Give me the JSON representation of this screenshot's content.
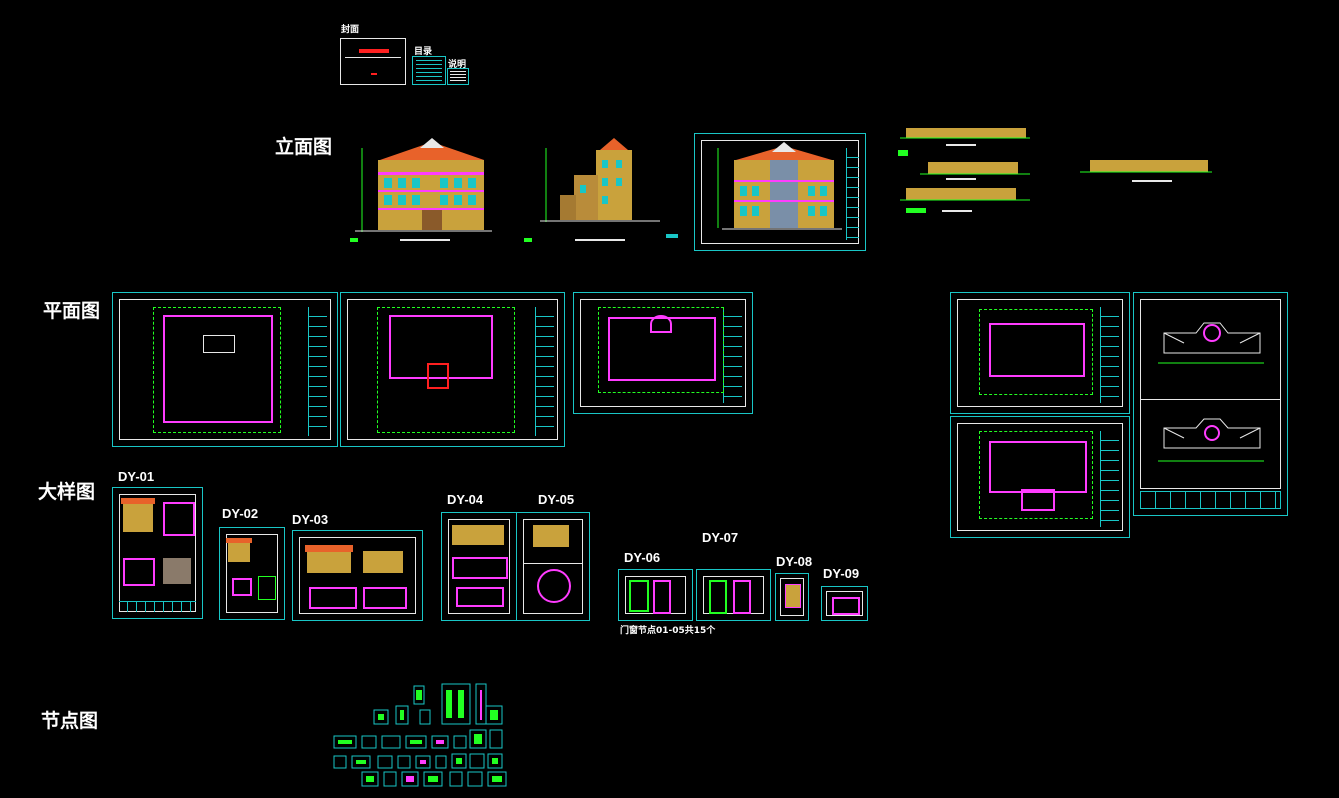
{
  "labels": {
    "cover": "封面",
    "contents": "目录",
    "notes": "说明",
    "elevations": "立面图",
    "plans": "平面图",
    "details": "大样图",
    "nodes": "节点图"
  },
  "detail_sheets": [
    "DY-01",
    "DY-02",
    "DY-03",
    "DY-04",
    "DY-05",
    "DY-06",
    "DY-07",
    "DY-08",
    "DY-09"
  ],
  "door_window_note": "门窗节点01-05共15个",
  "colors": {
    "background": "#000000",
    "frame": "#19c6c6",
    "wall": "#ff3cff",
    "dim": "#22ff22",
    "red": "#ff2020",
    "roof": "#e8622a",
    "facade": "#c9a23c"
  }
}
